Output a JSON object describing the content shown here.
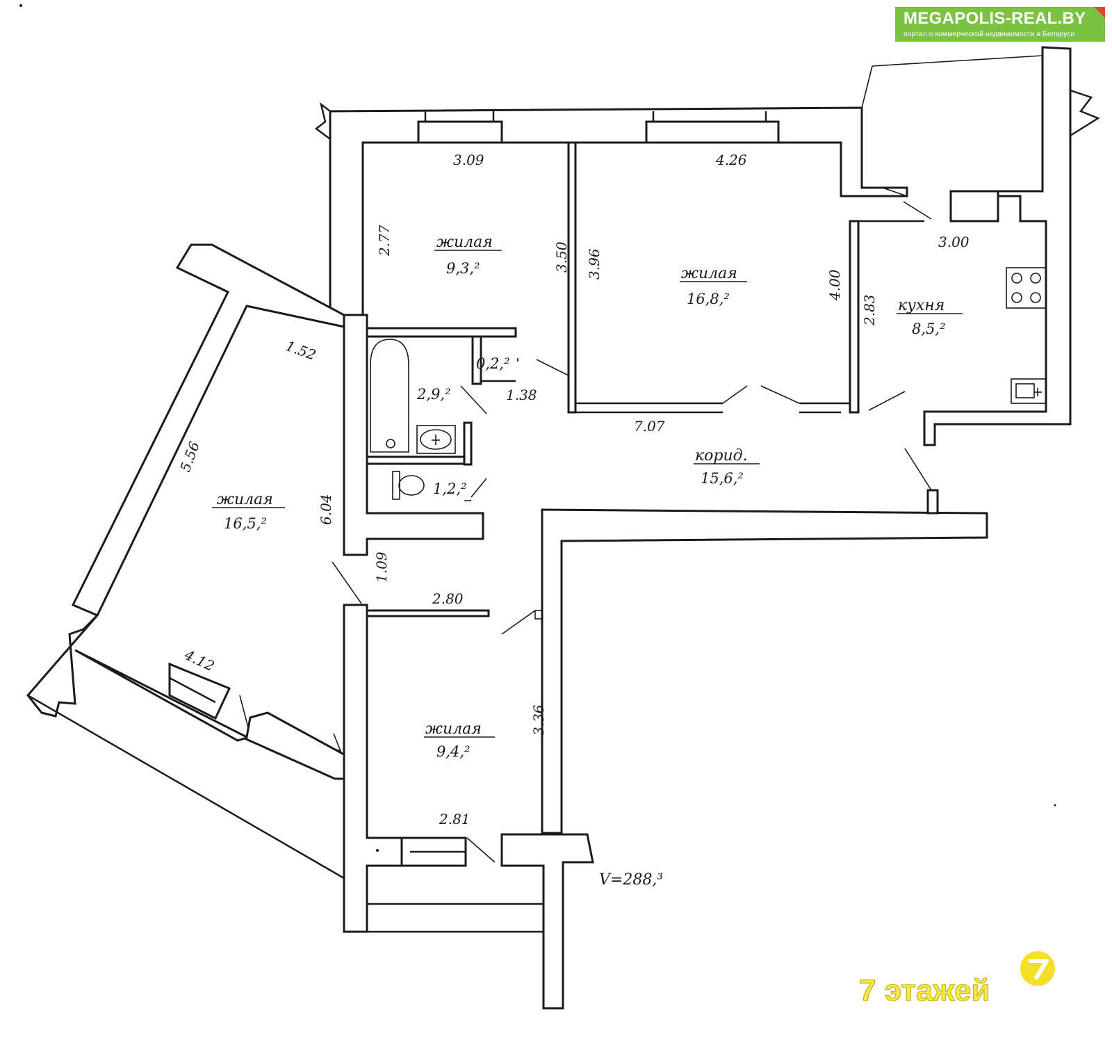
{
  "watermark": {
    "title": "MEGAPOLIS-REAL.BY",
    "subtitle": "портал о коммерческой недвижимости в Беларуси",
    "brand_color": "#7cc242",
    "corner_color": "#e5432b"
  },
  "badge": {
    "floors_text": "7 этажей",
    "icon": "seven-circle-icon",
    "color": "#f5df2a"
  },
  "rooms": {
    "bedroom_top_left": {
      "label": "жилая",
      "area": "9,3,²"
    },
    "living_center": {
      "label": "жилая",
      "area": "16,8,²"
    },
    "kitchen": {
      "label": "кухня",
      "area": "8,5,²"
    },
    "corridor": {
      "label": "корид.",
      "area": "15,6,²"
    },
    "bedroom_left": {
      "label": "жилая",
      "area": "16,5,²"
    },
    "bedroom_bottom": {
      "label": "жилая",
      "area": "9,4,²"
    },
    "bathroom": {
      "area": "2,9,²"
    },
    "closet": {
      "area": "0,2,²"
    },
    "toilet": {
      "area": "1,2,²"
    }
  },
  "dimensions": {
    "top_left_width": "3.09",
    "top_center_width": "4.26",
    "top_left_side": "2.77",
    "partition_a": "3.50",
    "partition_b": "3.96",
    "center_right": "4.00",
    "kitchen_left": "2.83",
    "kitchen_width": "3.00",
    "bath_width": "1.38",
    "corridor_length": "7.07",
    "left_top": "1.52",
    "left_side": "5.56",
    "left_inner": "6.04",
    "left_door": "1.09",
    "bottom_top": "2.80",
    "left_bottom": "4.12",
    "bottom_side": "3.36",
    "bottom_width": "2.81"
  },
  "volume": "V=288,³"
}
